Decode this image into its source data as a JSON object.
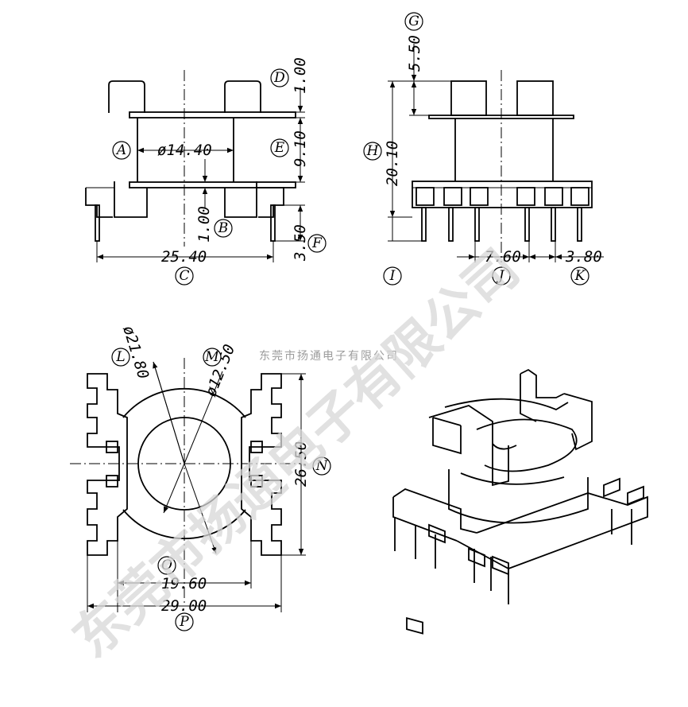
{
  "dimensions": {
    "d_1_00_top": "1.00",
    "d_9_10": "9.10",
    "d_phi_14_40": "ø14.40",
    "d_1_00_mid": "1.00",
    "d_3_50": "3.50",
    "d_25_40": "25.40",
    "d_5_50": "5.50",
    "d_20_10": "20.10",
    "d_7_60": "7.60",
    "d_3_80": "3.80",
    "d_phi_21_80": "ø21.80",
    "d_phi_12_50": "ø12.50",
    "d_26_50": "26.50",
    "d_19_60": "19.60",
    "d_29_00": "29.00"
  },
  "callouts": {
    "A": "A",
    "B": "B",
    "C": "C",
    "D": "D",
    "E": "E",
    "F": "F",
    "G": "G",
    "H": "H",
    "I": "I",
    "J": "J",
    "K": "K",
    "L": "L",
    "M": "M",
    "N": "N",
    "O": "O",
    "P": "P"
  },
  "watermark": {
    "large": "东莞市扬通电子有限公司",
    "small": "东莞市扬通电子有限公司"
  },
  "colors": {
    "line": "#000000",
    "background": "#ffffff",
    "watermark": "#d8d8d8"
  }
}
